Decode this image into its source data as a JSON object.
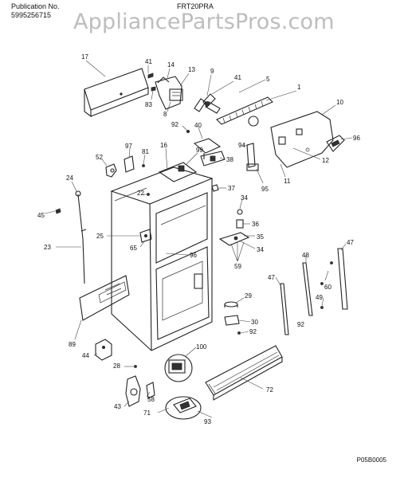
{
  "header": {
    "publication_label": "Publication No.",
    "publication_number": "5995256715",
    "model": "FRT20PRA"
  },
  "watermark": "AppliancePartsPros.com",
  "footer_code": "P05B0005",
  "callouts": {
    "c17": "17",
    "c41a": "41",
    "c14": "14",
    "c13": "13",
    "c9": "9",
    "c41b": "41",
    "c5": "5",
    "c1": "1",
    "c10": "10",
    "c83": "83",
    "c8": "8",
    "c40": "40",
    "c92a": "92",
    "c96a": "96",
    "c94": "94",
    "c12": "12",
    "c97": "97",
    "c81": "81",
    "c16": "16",
    "c99": "99",
    "c38": "38",
    "c52": "52",
    "c11": "11",
    "c95": "95",
    "c24": "24",
    "c22": "22",
    "c37": "37",
    "c34a": "34",
    "c45": "45",
    "c36": "36",
    "c25": "25",
    "c35": "35",
    "c23": "23",
    "c65": "65",
    "c96b": "96",
    "c34b": "34",
    "c59": "59",
    "c47a": "47",
    "c48": "48",
    "c47b": "47",
    "c60": "60",
    "c29": "29",
    "c49": "49",
    "c30": "30",
    "c92b": "92",
    "c89": "89",
    "c92c": "92",
    "c44": "44",
    "c100": "100",
    "c28": "28",
    "c72": "72",
    "c43": "43",
    "c58": "58",
    "c71": "71",
    "c93": "93"
  }
}
